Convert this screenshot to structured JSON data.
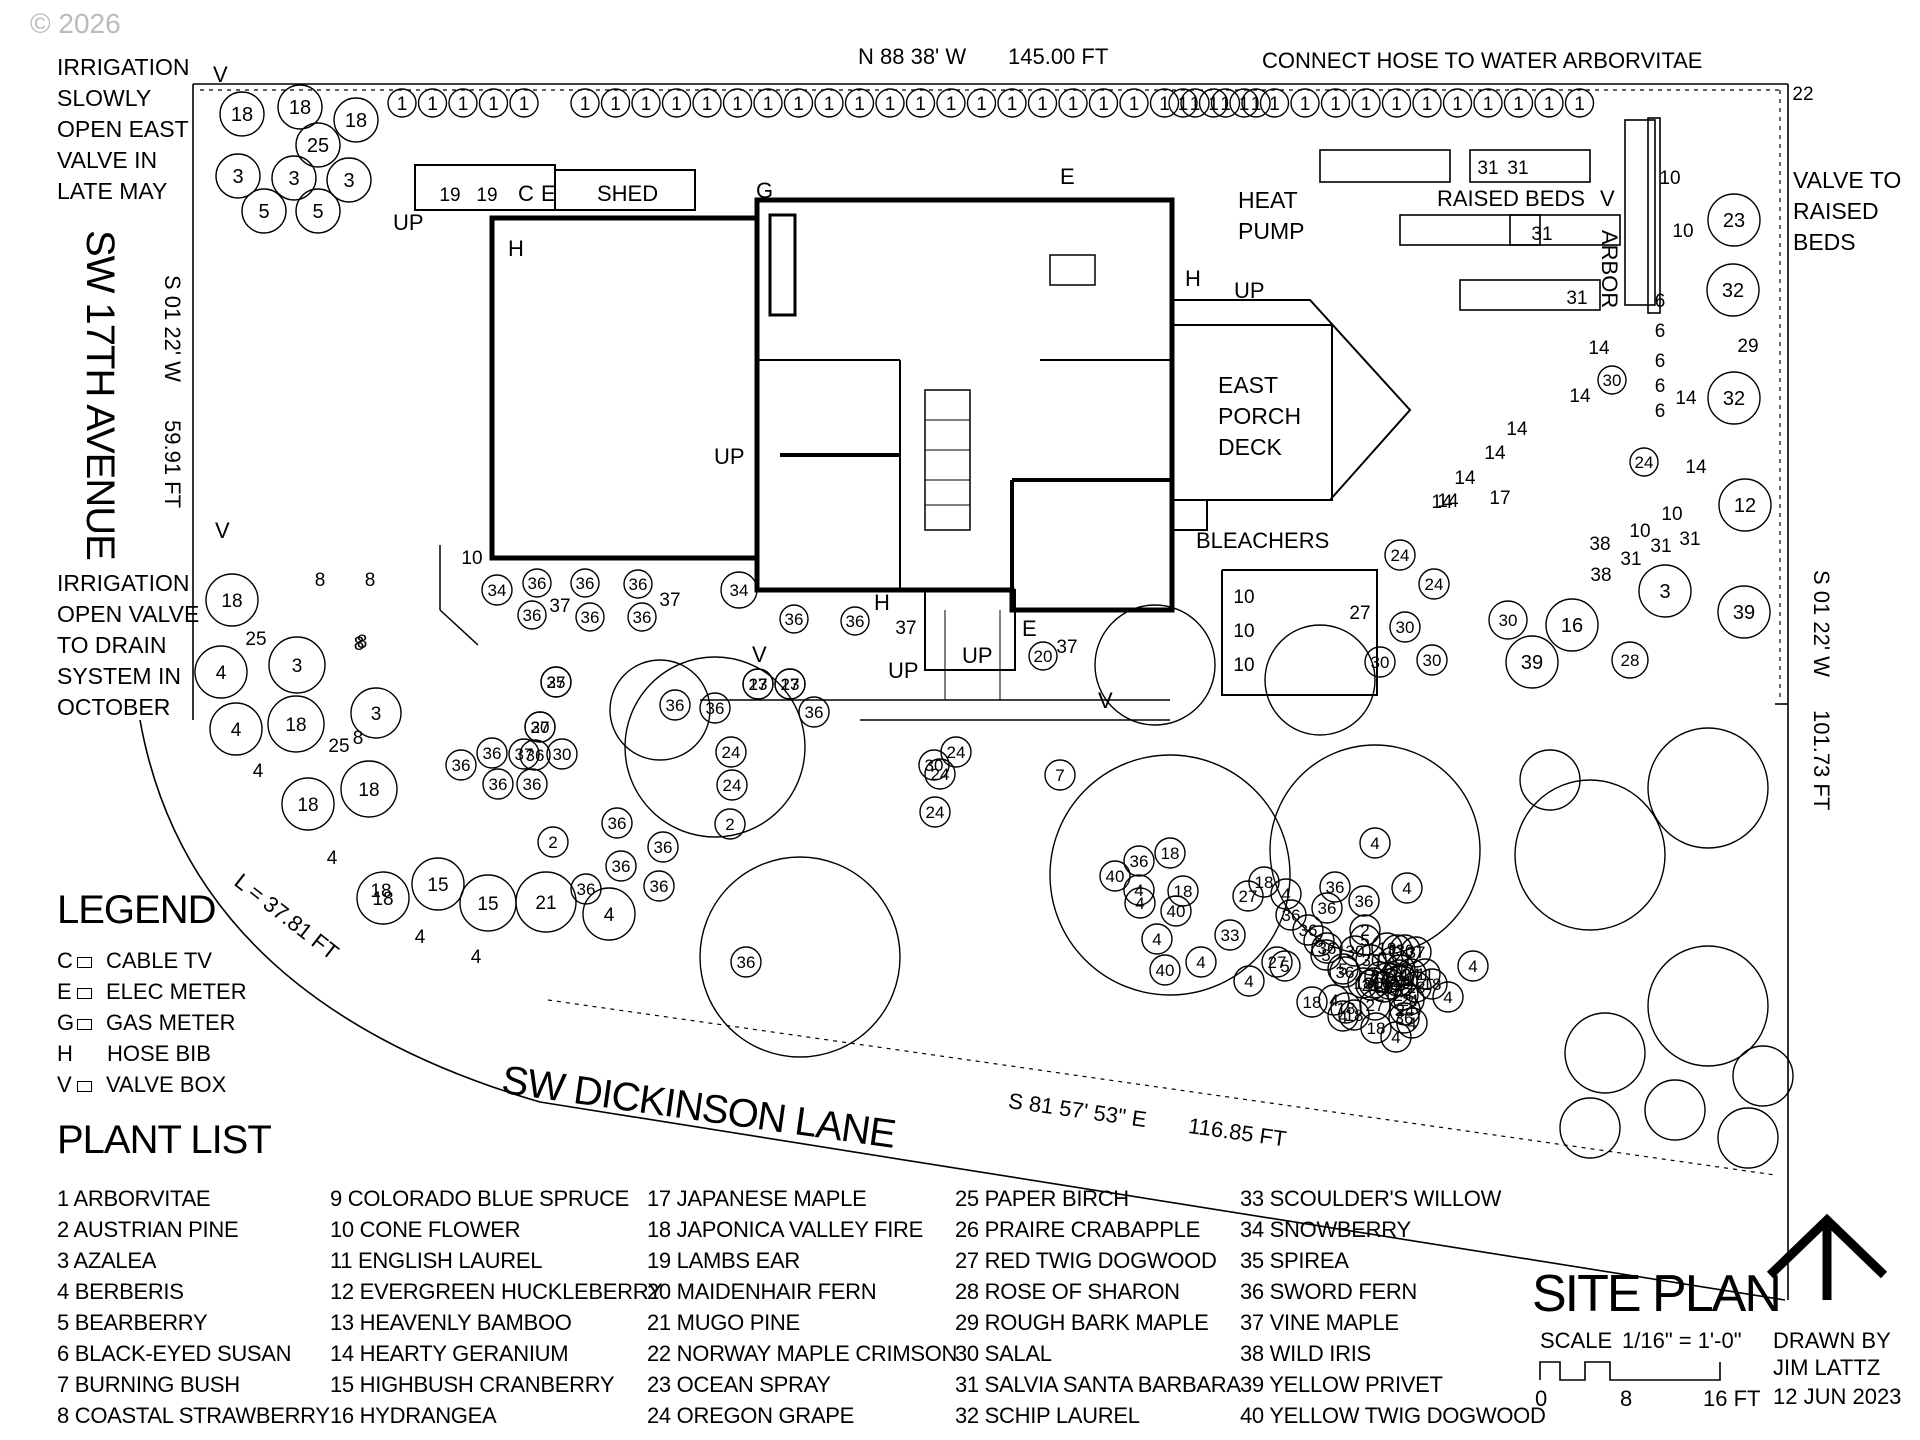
{
  "copyright": "© 2026",
  "notes": {
    "irrigation_top": "IRRIGATION\nSLOWLY\nOPEN EAST\nVALVE IN\nLATE MAY",
    "irrigation_left": "IRRIGATION\nOPEN VALVE\nTO DRAIN\nSYSTEM IN\nOCTOBER",
    "valve_raised": "VALVE TO\nRAISED\nBEDS",
    "connect_hose": "CONNECT HOSE TO WATER ARBORVITAE",
    "heat_pump": "HEAT\nPUMP",
    "east_porch": "EAST\nPORCH\nDECK",
    "bleachers": "BLEACHERS",
    "shed": "SHED",
    "raised_beds": "RAISED BEDS",
    "arbor": "ARBOR"
  },
  "boundaries": {
    "north": "N 88  38'  W",
    "north_len": "145.00 FT",
    "west": "S  01  22'  W",
    "west_len": "59.91 FT",
    "east": "S  01  22'  W",
    "east_len": "101.73  FT",
    "south": "S  81  57'  53\"  E",
    "south_len": "116.85  FT",
    "curve": "L = 37.81  FT"
  },
  "streets": {
    "west": "SW 17TH AVENUE",
    "south": "SW DICKINSON LANE"
  },
  "house_labels": [
    "UP",
    "UP",
    "UP",
    "UP",
    "UP",
    "H",
    "H",
    "H",
    "E",
    "E",
    "G",
    "C",
    "E",
    "V",
    "V",
    "V",
    "V",
    "V"
  ],
  "legend": {
    "title": "LEGEND",
    "items": [
      {
        "key": "C",
        "label": "CABLE TV",
        "box": true
      },
      {
        "key": "E",
        "label": "ELEC METER",
        "box": true
      },
      {
        "key": "G",
        "label": "GAS METER",
        "box": true
      },
      {
        "key": "H",
        "label": "HOSE BIB",
        "box": false
      },
      {
        "key": "V",
        "label": "VALVE BOX",
        "box": true
      }
    ]
  },
  "plant_list": {
    "title": "PLANT LIST",
    "columns": [
      [
        "1  ARBORVITAE",
        "2  AUSTRIAN PINE",
        "3  AZALEA",
        "4  BERBERIS",
        "5  BEARBERRY",
        "6  BLACK-EYED SUSAN",
        "7  BURNING BUSH",
        "8  COASTAL STRAWBERRY"
      ],
      [
        "9  COLORADO BLUE SPRUCE",
        "10  CONE FLOWER",
        "11  ENGLISH LAUREL",
        "12  EVERGREEN HUCKLEBERRY",
        "13  HEAVENLY BAMBOO",
        "14  HEARTY GERANIUM",
        "15  HIGHBUSH CRANBERRY",
        "16  HYDRANGEA"
      ],
      [
        "17  JAPANESE MAPLE",
        "18  JAPONICA VALLEY FIRE",
        "19  LAMBS EAR",
        "20  MAIDENHAIR FERN",
        "21  MUGO PINE",
        "22  NORWAY MAPLE CRIMSON",
        "23  OCEAN SPRAY",
        "24  OREGON GRAPE"
      ],
      [
        "25  PAPER BIRCH",
        "26  PRAIRE CRABAPPLE",
        "27  RED TWIG DOGWOOD",
        "28  ROSE OF SHARON",
        "29  ROUGH BARK MAPLE",
        "30  SALAL",
        "31  SALVIA SANTA BARBARA",
        "32  SCHIP LAUREL"
      ],
      [
        "33  SCOULDER'S WILLOW",
        "34  SNOWBERRY",
        "35  SPIREA",
        "36  SWORD FERN",
        "37  VINE MAPLE",
        "38  WILD IRIS",
        "39  YELLOW PRIVET",
        "40  YELLOW TWIG DOGWOOD"
      ]
    ]
  },
  "title_block": {
    "title": "SITE PLAN",
    "scale_label": "SCALE",
    "scale_value": "1/16\" = 1'-0\"",
    "scale_ticks": [
      "0",
      "8",
      "16 FT"
    ],
    "drawn_by": "DRAWN BY",
    "author": "JIM LATTZ",
    "date": "12 JUN 2023"
  },
  "plants": {
    "arborvitae_row": "1",
    "nw_cluster": [
      "18",
      "18",
      "18",
      "3",
      "3",
      "3",
      "5",
      "5",
      "25"
    ],
    "shed_row": [
      "19",
      "19"
    ],
    "ne_area": [
      "31",
      "31",
      "31",
      "31",
      "10",
      "10",
      "23",
      "32",
      "29",
      "32",
      "6",
      "6",
      "6",
      "6",
      "6",
      "14",
      "14",
      "14",
      "30",
      "22"
    ],
    "mid_east": [
      "14",
      "14",
      "14",
      "14",
      "14",
      "17",
      "24",
      "14",
      "12",
      "38",
      "38",
      "31",
      "31",
      "10",
      "10",
      "31",
      "3",
      "39",
      "24",
      "24",
      "27",
      "30",
      "30",
      "30",
      "30",
      "16",
      "39",
      "28",
      "10",
      "10",
      "10"
    ],
    "front_beds": [
      "10",
      "34",
      "36",
      "36",
      "36",
      "36",
      "37",
      "36",
      "36",
      "37",
      "34",
      "36",
      "36",
      "37",
      "20",
      "37"
    ],
    "west_yard": [
      "18",
      "8",
      "8",
      "8",
      "4",
      "3",
      "8",
      "25",
      "4",
      "18",
      "3",
      "8",
      "25",
      "4",
      "18",
      "18",
      "4",
      "18",
      "15",
      "15",
      "4",
      "4",
      "18",
      "21",
      "4"
    ],
    "south_yard": [
      "35",
      "13",
      "13",
      "30",
      "30",
      "36",
      "36",
      "36",
      "36",
      "37",
      "36",
      "36",
      "36",
      "36",
      "24",
      "24",
      "24",
      "24",
      "24",
      "30",
      "7",
      "2",
      "36",
      "36",
      "2",
      "36",
      "36",
      "36",
      "36",
      "36",
      "4",
      "4",
      "4",
      "40",
      "40",
      "40",
      "18",
      "18",
      "18",
      "27",
      "27",
      "33",
      "4",
      "4",
      "4",
      "4",
      "4",
      "4",
      "4",
      "4",
      "4",
      "4",
      "4",
      "4",
      "18",
      "18",
      "18",
      "18",
      "18",
      "18",
      "36",
      "36",
      "36",
      "36",
      "36",
      "36",
      "36",
      "36",
      "2",
      "5",
      "5",
      "5",
      "5",
      "5",
      "19",
      "30",
      "37",
      "30",
      "30",
      "30",
      "2",
      "21",
      "30",
      "30",
      "23",
      "9",
      "24",
      "24",
      "24",
      "24",
      "24",
      "24",
      "24",
      "11",
      "11",
      "18",
      "27",
      "27",
      "27",
      "27",
      "27"
    ]
  }
}
